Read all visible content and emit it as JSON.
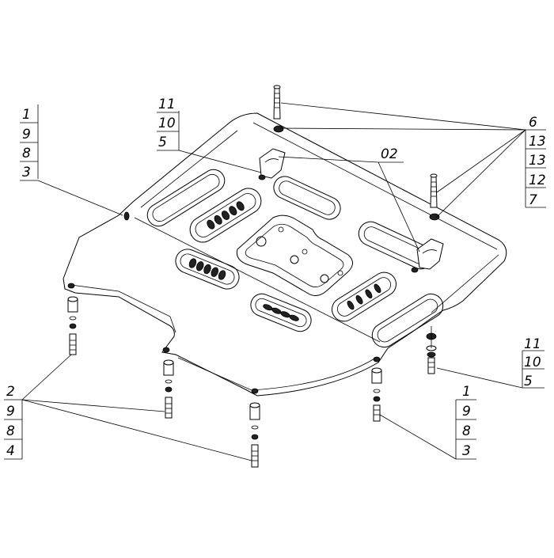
{
  "callouts": {
    "top_left_stack": [
      "1",
      "9",
      "8",
      "3"
    ],
    "top_mid_stack": [
      "11",
      "10",
      "5"
    ],
    "top_right_stack": [
      "6",
      "13",
      "13",
      "12",
      "7"
    ],
    "center_label": "02",
    "right_mid_stack": [
      "11",
      "10",
      "5"
    ],
    "bottom_left_stack": [
      "2",
      "9",
      "8",
      "4"
    ],
    "bottom_right_stack": [
      "1",
      "9",
      "8",
      "3"
    ]
  }
}
